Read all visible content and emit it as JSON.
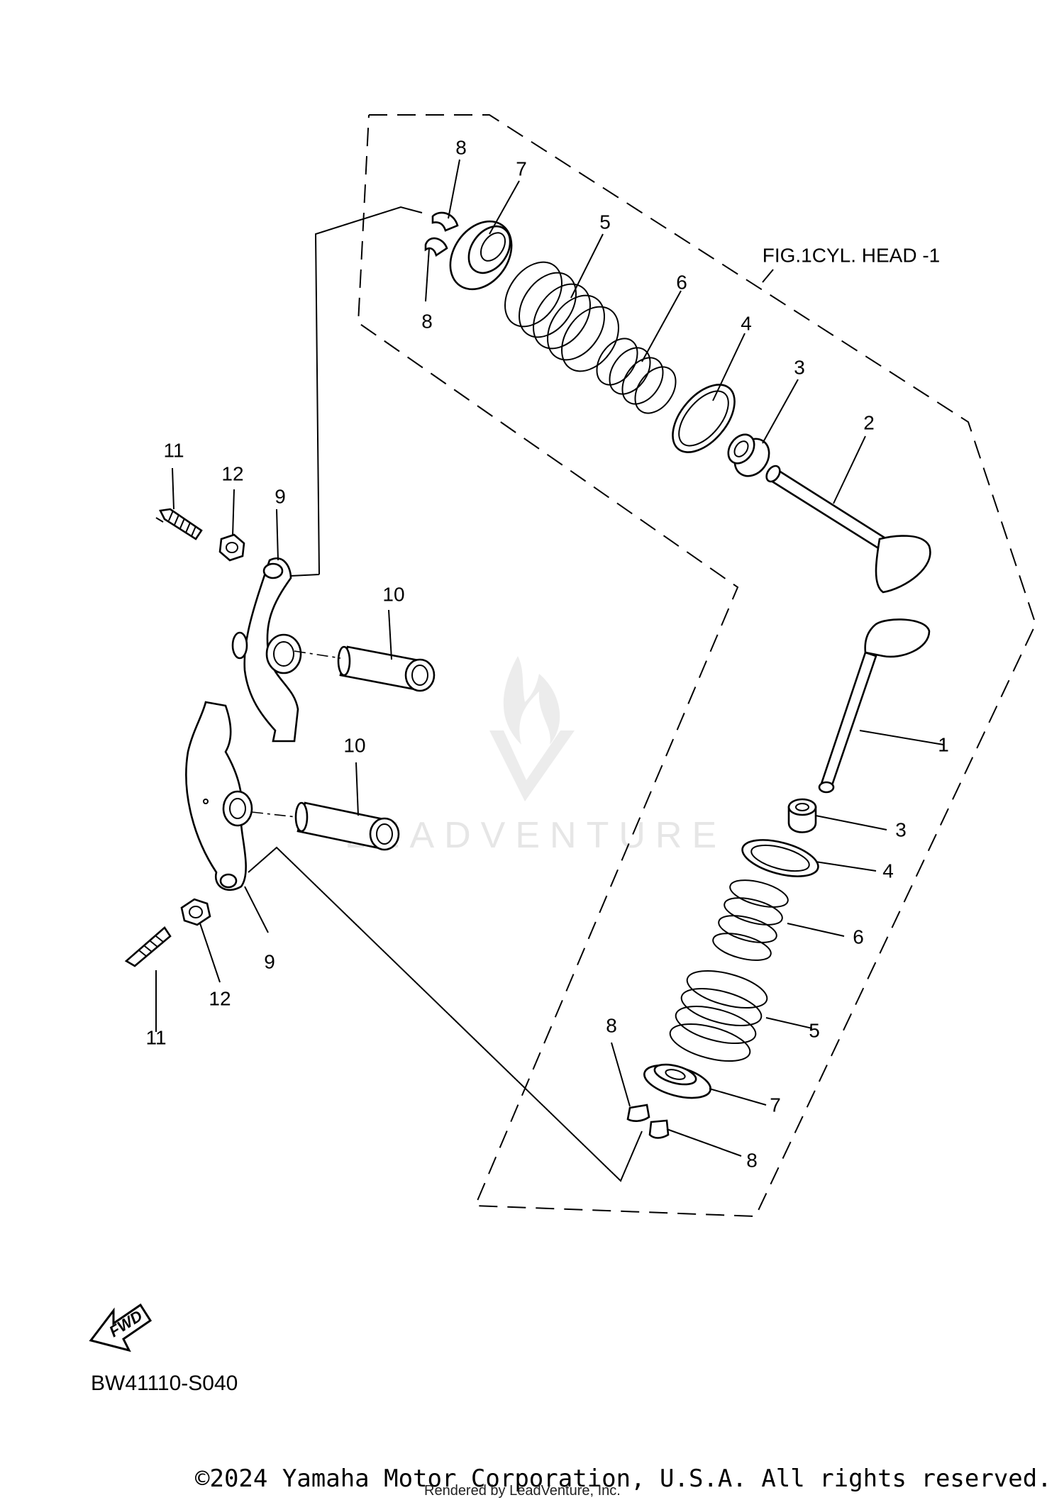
{
  "figure_reference": "FIG.1CYL. HEAD -1",
  "diagram_code": "BW41110-S040",
  "fwd_label": "FWD",
  "copyright": "©2024 Yamaha Motor Corporation, U.S.A. All rights reserved.",
  "rendered_by": "Rendered by LeadVenture, Inc.",
  "watermark_text": "LEADVENTURE",
  "callouts": [
    {
      "id": "c1",
      "label": "1"
    },
    {
      "id": "c2",
      "label": "2"
    },
    {
      "id": "c3a",
      "label": "3"
    },
    {
      "id": "c3b",
      "label": "3"
    },
    {
      "id": "c4a",
      "label": "4"
    },
    {
      "id": "c4b",
      "label": "4"
    },
    {
      "id": "c5a",
      "label": "5"
    },
    {
      "id": "c5b",
      "label": "5"
    },
    {
      "id": "c6a",
      "label": "6"
    },
    {
      "id": "c6b",
      "label": "6"
    },
    {
      "id": "c7a",
      "label": "7"
    },
    {
      "id": "c7b",
      "label": "7"
    },
    {
      "id": "c8a",
      "label": "8"
    },
    {
      "id": "c8b",
      "label": "8"
    },
    {
      "id": "c8c",
      "label": "8"
    },
    {
      "id": "c8d",
      "label": "8"
    },
    {
      "id": "c9a",
      "label": "9"
    },
    {
      "id": "c9b",
      "label": "9"
    },
    {
      "id": "c10a",
      "label": "10"
    },
    {
      "id": "c10b",
      "label": "10"
    },
    {
      "id": "c11a",
      "label": "11"
    },
    {
      "id": "c11b",
      "label": "11"
    },
    {
      "id": "c12a",
      "label": "12"
    },
    {
      "id": "c12b",
      "label": "12"
    }
  ]
}
